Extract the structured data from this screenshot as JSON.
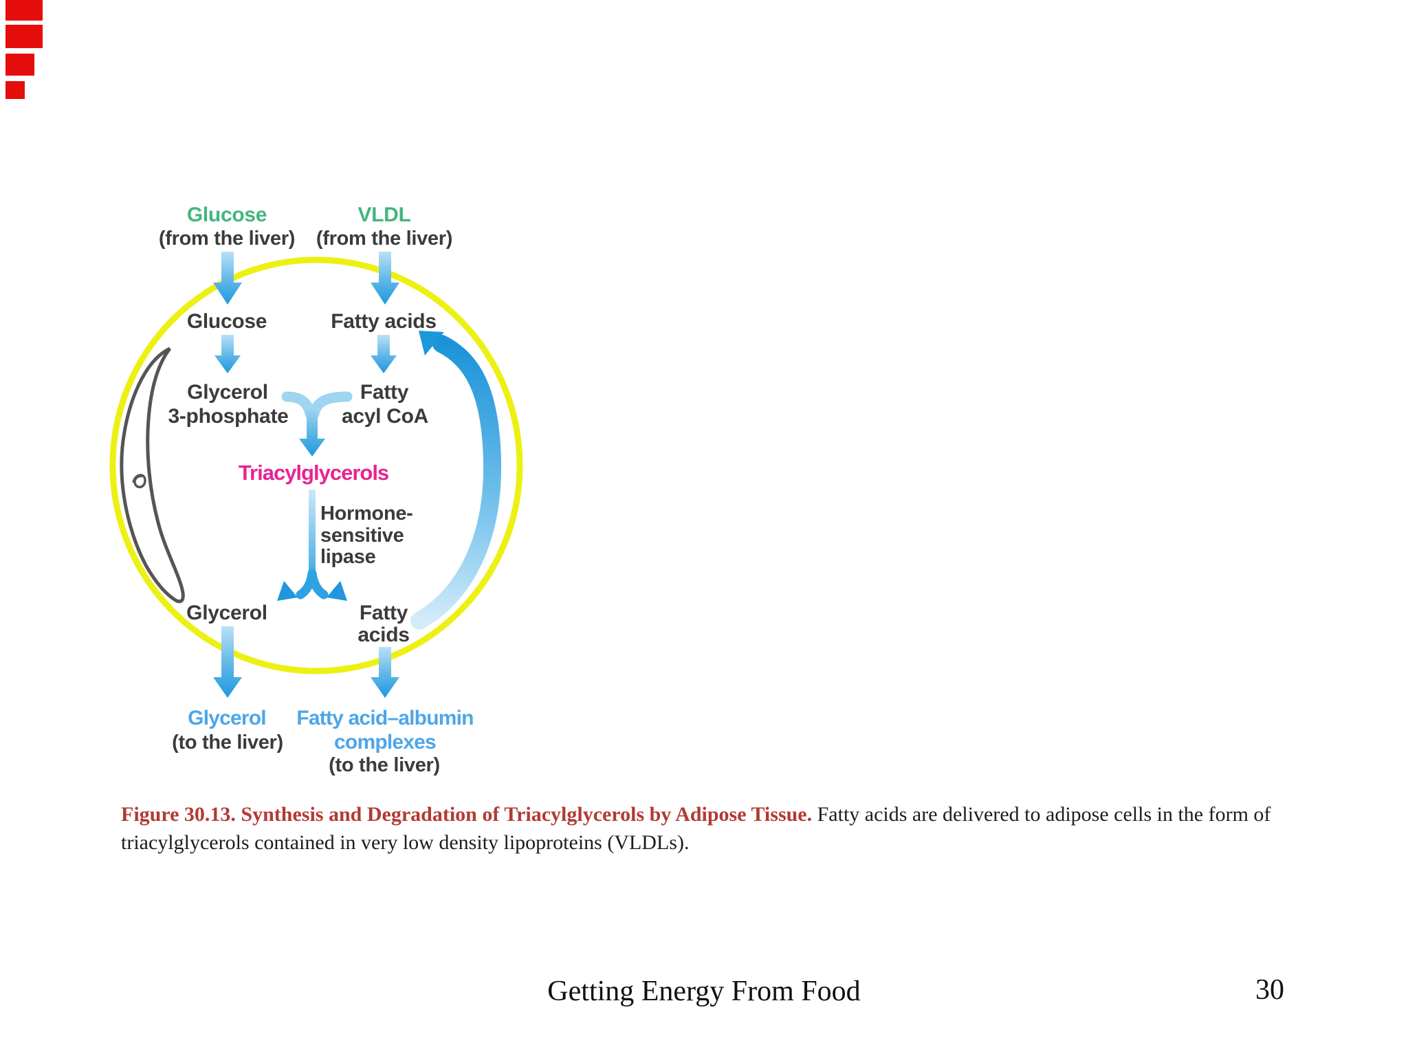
{
  "diagram": {
    "glucose_source": {
      "title": "Glucose",
      "subtitle": "(from the liver)"
    },
    "vldl_source": {
      "title": "VLDL",
      "subtitle": "(from the liver)"
    },
    "glucose_internal": "Glucose",
    "fatty_acids_internal": "Fatty acids",
    "glycerol_3_phosphate": {
      "line1": "Glycerol",
      "line2": "3-phosphate"
    },
    "fatty_acyl_coa": {
      "line1": "Fatty",
      "line2": "acyl CoA"
    },
    "triacylglycerols": "Triacylglycerols",
    "hormone_sensitive_lipase": {
      "line1": "Hormone-",
      "line2": "sensitive",
      "line3": "lipase"
    },
    "glycerol_product": "Glycerol",
    "fatty_acids_product": {
      "line1": "Fatty",
      "line2": "acids"
    },
    "glycerol_export": {
      "title": "Glycerol",
      "subtitle": "(to the liver)"
    },
    "fatty_acid_albumin_export": {
      "line1": "Fatty acid–albumin",
      "line2": "complexes",
      "subtitle": "(to the liver)"
    },
    "colors": {
      "source_green": "#43b57e",
      "cell_membrane_yellow": "#edf013",
      "arrow_blue": "#2b9fe0",
      "triacylglycerols_magenta": "#e72490",
      "export_blue": "#4da6e8",
      "caption_red": "#b23a33",
      "text_dark": "#3b3b3b",
      "scan_artifact_red": "#e60d0d"
    }
  },
  "caption": {
    "title": "Figure 30.13. Synthesis and Degradation of Triacylglycerols by Adipose Tissue.",
    "body": " Fatty acids are delivered to adipose cells in the form of triacylglycerols contained in very low density lipoproteins (VLDLs)."
  },
  "footer": {
    "title": "Getting Energy From Food",
    "page_number": "30"
  }
}
